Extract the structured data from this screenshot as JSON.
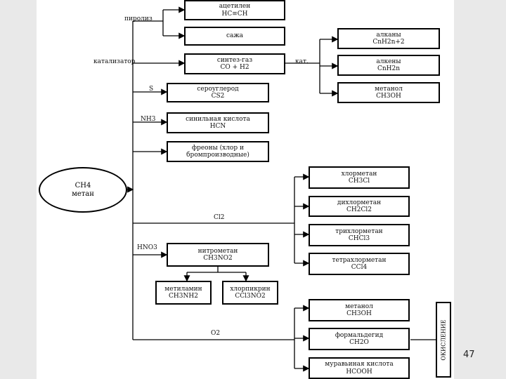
{
  "source": {
    "name": "CH4",
    "sub": "метан"
  },
  "edges": {
    "pyrolysis": "пиролиз",
    "catalyst": "катализатор",
    "kat": "кат.",
    "s": "S",
    "nh3": "NH3",
    "cl2": "Cl2",
    "hno3": "HNO3",
    "o2": "O2"
  },
  "boxes": {
    "acetylene": [
      "ацетилен",
      "HC≡CH"
    ],
    "soot": [
      "сажа"
    ],
    "alkanes": [
      "алканы",
      "CnH2n+2"
    ],
    "syngas": [
      "синтез-газ",
      "CO + H2"
    ],
    "alkenes": [
      "алкены",
      "CnH2n"
    ],
    "methanol_top": [
      "метанол",
      "CH3OH"
    ],
    "cs2": [
      "сероуглерод",
      "CS2"
    ],
    "hcn": [
      "синильная кислота",
      "HCN"
    ],
    "freon": [
      "фреоны (хлор и",
      "бромпроизводные)"
    ],
    "chloromethane": [
      "хлорметан",
      "CH3Cl"
    ],
    "dichloromethane": [
      "дихлорметан",
      "CH2Cl2"
    ],
    "trichloromethane": [
      "трихлорметан",
      "CHCl3"
    ],
    "tetrachloromethane": [
      "тетрахлорметан",
      "CCl4"
    ],
    "nitromethane": [
      "нитрометан",
      "CH3NO2"
    ],
    "methylamine": [
      "метиламин",
      "CH3NH2"
    ],
    "chloropicrin": [
      "хлорпикрин",
      "CCl3NO2"
    ],
    "methanol": [
      "метанол",
      "CH3OH"
    ],
    "formaldehyde": [
      "формальдегид",
      "CH2O"
    ],
    "formic_acid": [
      "муравьиная кислота",
      "HCOOH"
    ]
  },
  "side_box": "ОКИСЛЕНИЕ",
  "page_number": "47"
}
